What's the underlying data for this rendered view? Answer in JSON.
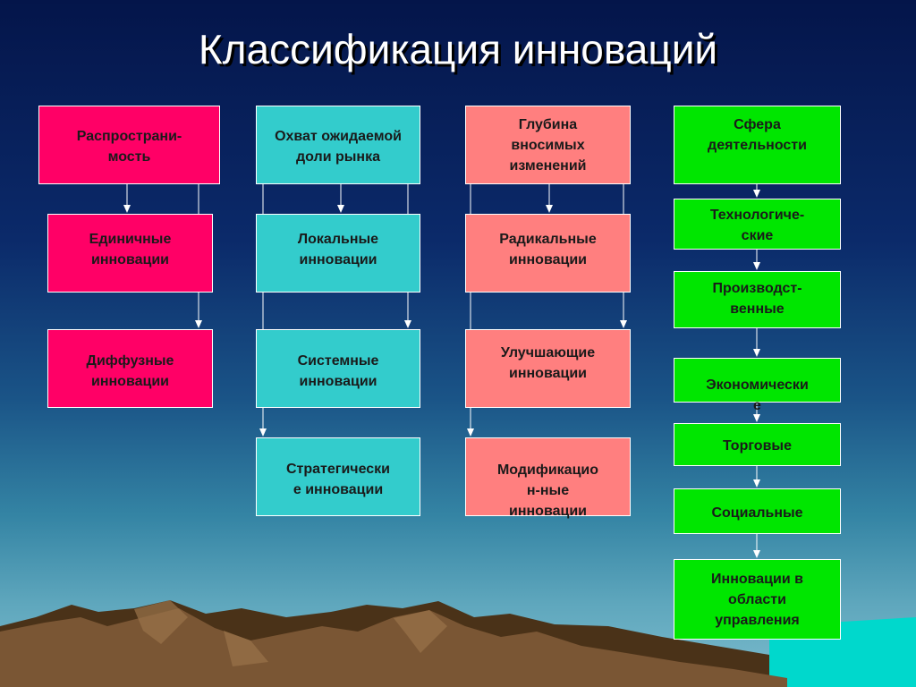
{
  "title": "Классификация инноваций",
  "colors": {
    "column1": "#ff0066",
    "column2": "#33cccc",
    "column3": "#ff7f7f",
    "column4": "#00e600",
    "title_text": "#ffffff",
    "mountains": "#6b4a2a",
    "sea": "#00e0d0"
  },
  "columns": [
    {
      "header": "Распространи-\nмость",
      "items": [
        "Единичные\nинновации",
        "Диффузные\nинновации"
      ]
    },
    {
      "header": "Охват ожидаемой\nдоли рынка",
      "items": [
        "Локальные\nинновации",
        "Системные\nинновации",
        "Стратегически\nе инновации"
      ]
    },
    {
      "header": "Глубина\nвносимых\nизменений",
      "items": [
        "Радикальные\nинновации",
        "Улучшающие\nинновации",
        "Модификацио\nн-ные\nинновации"
      ]
    },
    {
      "header": "Сфера\nдеятельности",
      "items": [
        "Технологиче-\nские",
        "Производст-\nвенные",
        "Экономически\nе",
        "Торговые",
        "Социальные",
        "Инновации в\nобласти\nуправления"
      ]
    }
  ]
}
